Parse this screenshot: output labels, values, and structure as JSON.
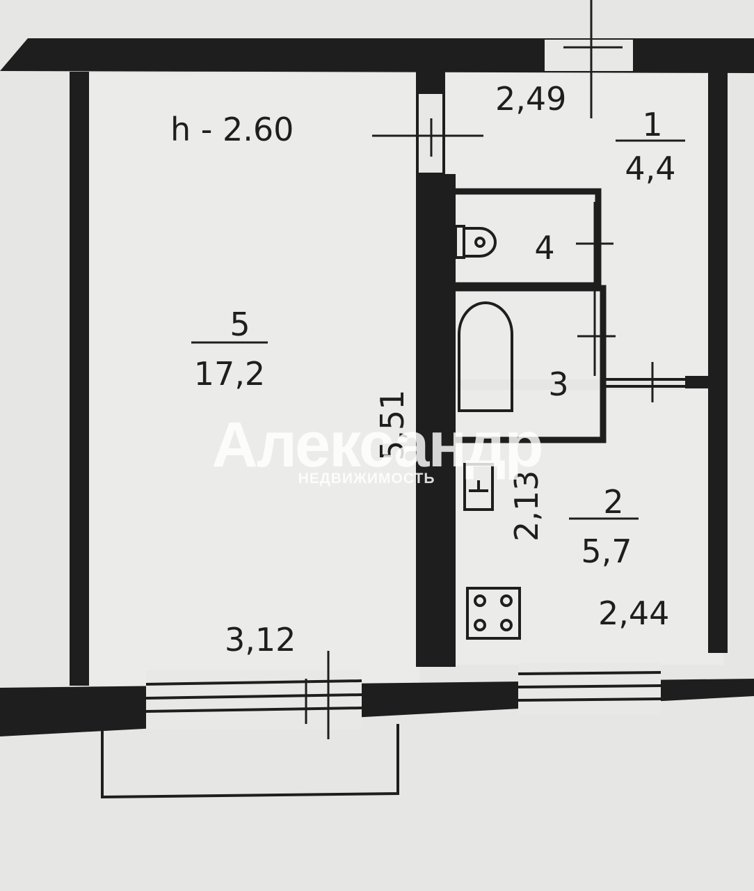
{
  "ceiling_height": "h - 2.60",
  "rooms": [
    {
      "number": "1",
      "area": "4,4"
    },
    {
      "number": "2",
      "area": "5,7"
    },
    {
      "number": "3"
    },
    {
      "number": "4"
    },
    {
      "number": "5",
      "area": "17,2"
    }
  ],
  "dimensions": {
    "hall_width": "2,49",
    "room5_length": "5,51",
    "room5_width": "3,12",
    "kitchen_length": "2,13",
    "kitchen_width": "2,44"
  },
  "watermark": {
    "brand": "Александр",
    "tagline": "НЕДВИЖИМОСТЬ"
  },
  "colors": {
    "paper": "#e6e6e4",
    "wall": "#1e1e1e"
  }
}
